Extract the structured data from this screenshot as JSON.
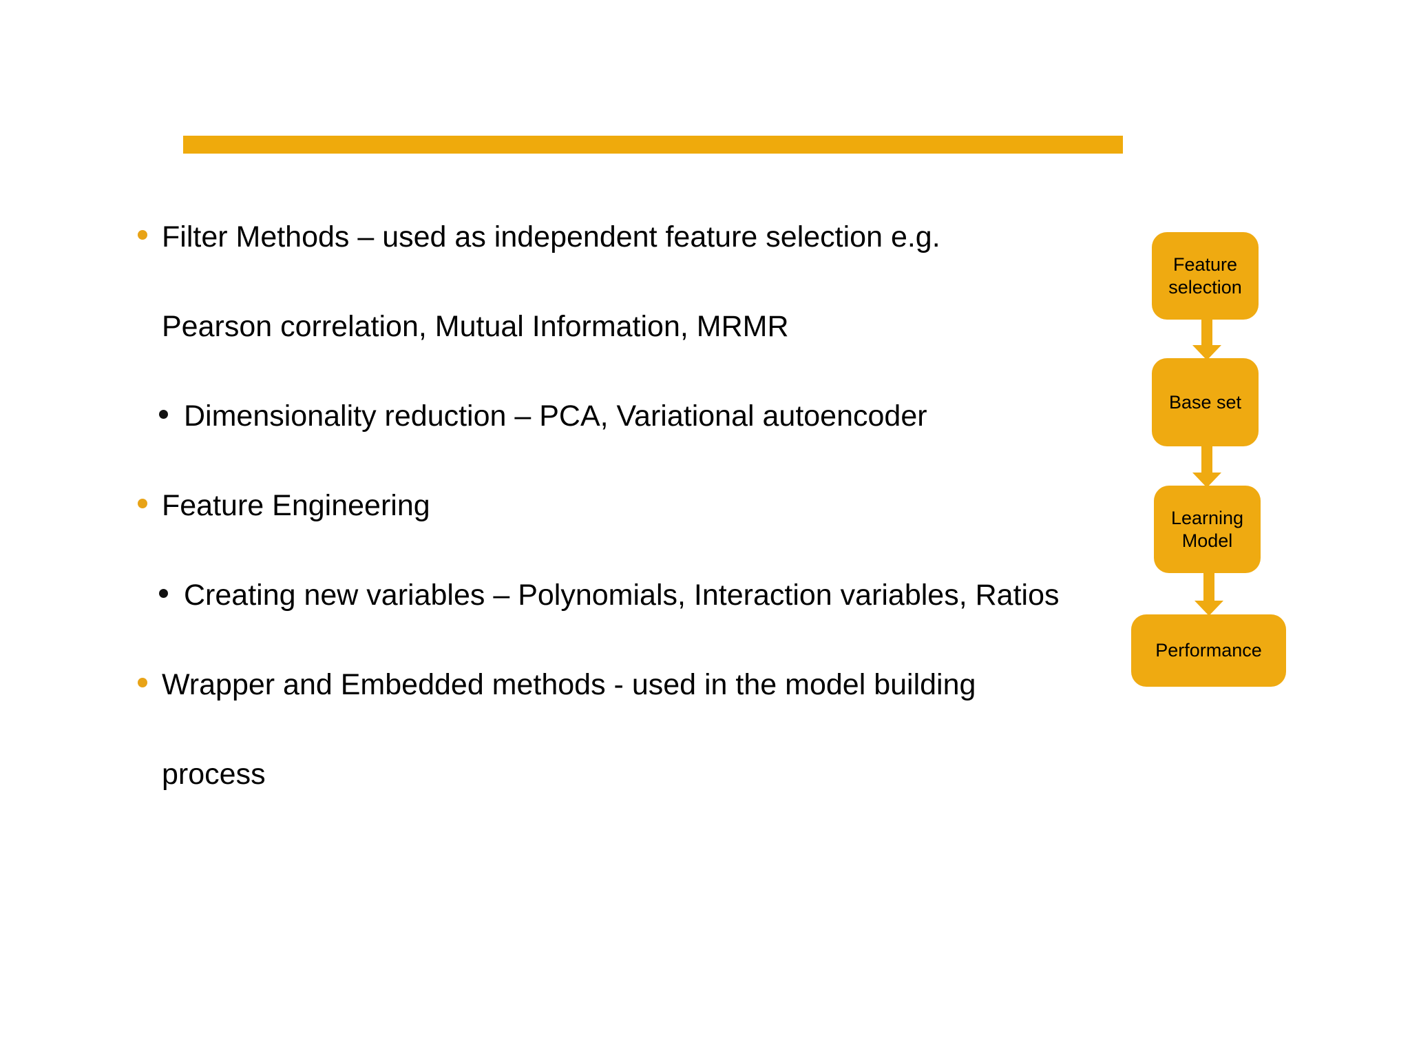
{
  "slide": {
    "accent_color": "#EFAA0C",
    "bullet_color": "#E8A317",
    "subbullet_color": "#111111",
    "text_color": "#000000",
    "background": "#ffffff"
  },
  "body": {
    "lines": [
      {
        "level": 1,
        "bullet": true,
        "text": "Filter Methods – used as independent feature selection e.g."
      },
      {
        "level": 1,
        "bullet": false,
        "text": "Pearson correlation, Mutual Information, MRMR"
      },
      {
        "level": 2,
        "bullet": true,
        "text": "Dimensionality reduction – PCA, Variational autoencoder"
      },
      {
        "level": 1,
        "bullet": true,
        "text": " Feature Engineering"
      },
      {
        "level": 2,
        "bullet": true,
        "text": "Creating new variables – Polynomials, Interaction variables, Ratios"
      },
      {
        "level": 1,
        "bullet": true,
        "text": "Wrapper and Embedded methods -  used in the model building"
      },
      {
        "level": 1,
        "bullet": false,
        "text": "process"
      }
    ]
  },
  "flow": {
    "fill_color": "#EFAA11",
    "arrow_color": "#EFAA11",
    "nodes": [
      {
        "label": "Feature\nselection",
        "line1": "Feature",
        "line2": "selection"
      },
      {
        "label": "Base set",
        "line1": "Base set",
        "line2": ""
      },
      {
        "label": "Learning\nModel",
        "line1": "Learning",
        "line2": "Model"
      },
      {
        "label": "Performance",
        "line1": "Performance",
        "line2": ""
      }
    ],
    "arrows": [
      {
        "from": "Feature selection",
        "to": "Base set"
      },
      {
        "from": "Base set",
        "to": "Learning Model"
      },
      {
        "from": "Learning Model",
        "to": "Performance"
      }
    ]
  }
}
